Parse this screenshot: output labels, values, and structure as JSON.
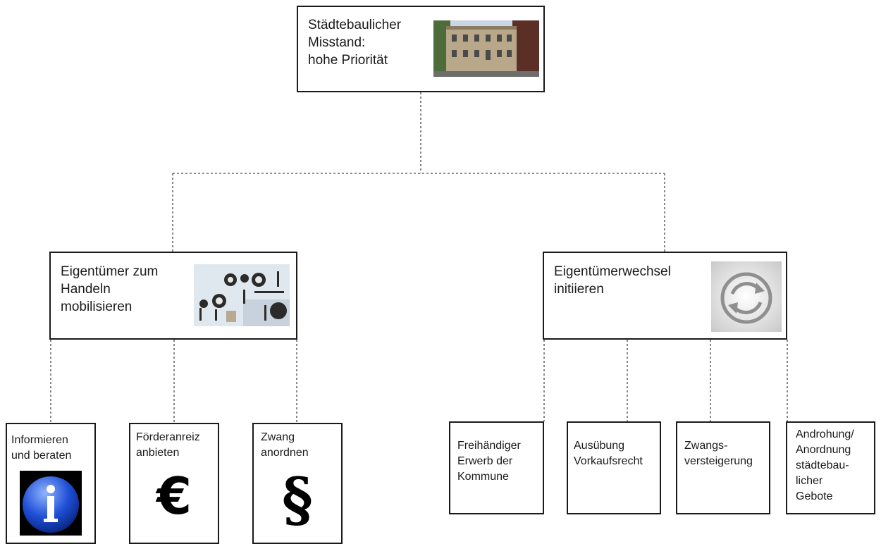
{
  "root": {
    "label": "Städtebaulicher\nMisstand:\nhohe Priorität",
    "image": "building-photo"
  },
  "branches": [
    {
      "label": "Eigentümer zum\nHandeln\nmobilisieren",
      "image": "gears-teamwork-photo"
    },
    {
      "label": "Eigentümerwechsel\ninitiieren",
      "image": "refresh-icon"
    }
  ],
  "leaves_left": [
    {
      "label": "Informieren\nund beraten",
      "icon": "info-icon"
    },
    {
      "label": "Förderanreiz\nanbieten",
      "icon": "euro-icon",
      "glyph": "€"
    },
    {
      "label": "Zwang\nanordnen",
      "icon": "paragraph-icon",
      "glyph": "§"
    }
  ],
  "leaves_right": [
    {
      "label": "Freihändiger\nErwerb der\nKommune"
    },
    {
      "label": "Ausübung\nVorkaufsrecht"
    },
    {
      "label": "Zwangs-\nversteigerung"
    },
    {
      "label": "Androhung/\nAnordnung\nstädtebau-\nlicher\nGebote"
    }
  ]
}
